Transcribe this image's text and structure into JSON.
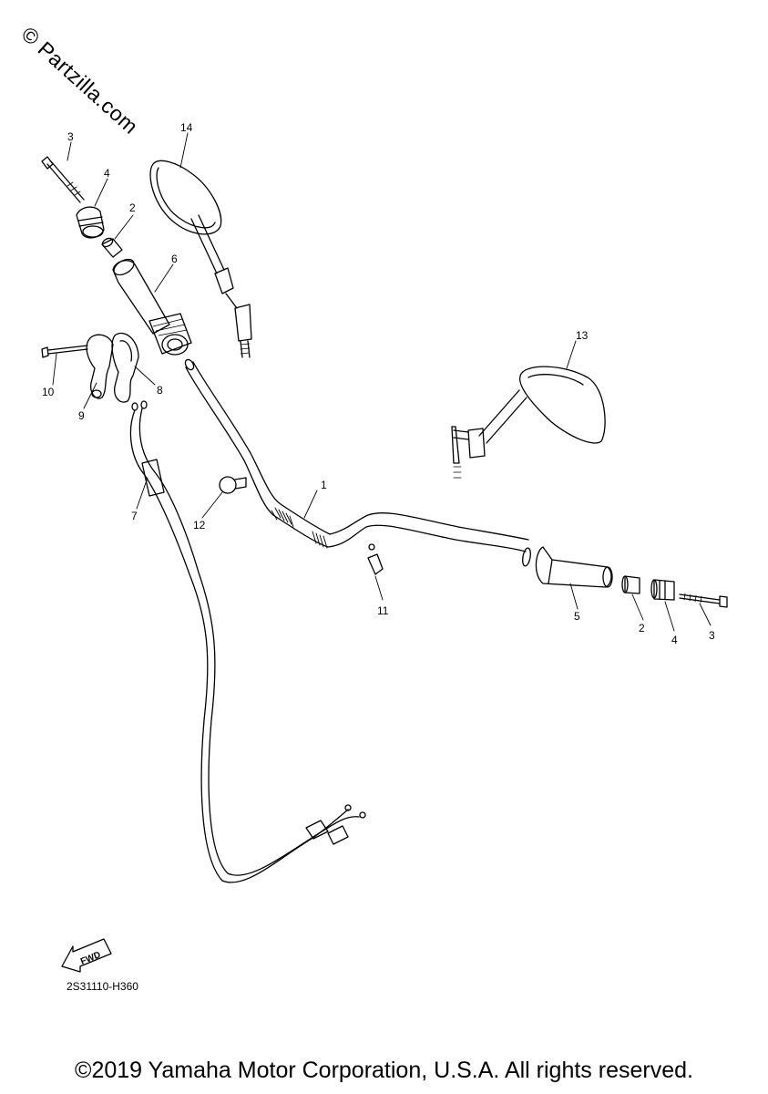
{
  "watermark": "© Partzilla.com",
  "diagram_code": "2S31110-H360",
  "fwd_label": "FWD",
  "copyright": "©2019 Yamaha Motor Corporation, U.S.A. All rights reserved.",
  "callouts": {
    "c1": "1",
    "c2a": "2",
    "c2b": "2",
    "c3a": "3",
    "c3b": "3",
    "c4a": "4",
    "c4b": "4",
    "c5": "5",
    "c6": "6",
    "c7": "7",
    "c8": "8",
    "c9": "9",
    "c10": "10",
    "c11": "11",
    "c12": "12",
    "c13": "13",
    "c14": "14"
  }
}
